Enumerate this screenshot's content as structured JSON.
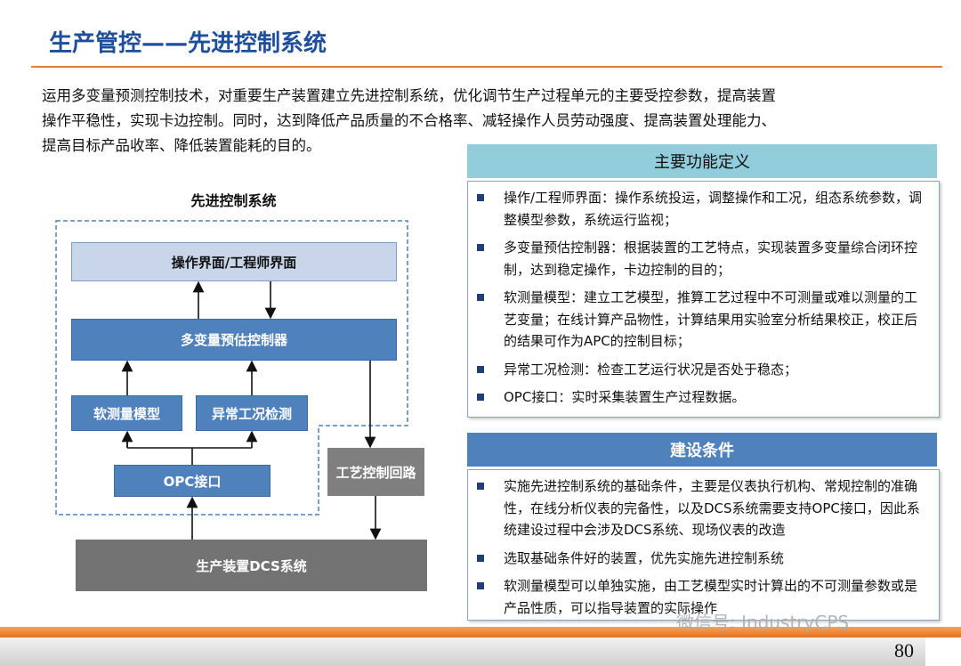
{
  "title": "生产管控——先进控制系统",
  "intro": [
    "运用多变量预测控制技术，对重要生产装置建立先进控制系统，优化调节生产过程单元的主要受控参数，提高装置",
    "操作平稳性，实现卡边控制。同时，达到降低产品质量的不合格率、减轻操作人员劳动强度、提高装置处理能力、",
    "提高目标产品收率、降低装置能耗的目的。"
  ],
  "diagram": {
    "title": "先进控制系统",
    "ui": "操作界面/工程师界面",
    "mpc": "多变量预估控制器",
    "soft": "软测量模型",
    "abnormal": "异常工况检测",
    "opc": "OPC接口",
    "loop": "工艺控制回路",
    "dcs": "生产装置DCS系统"
  },
  "functions": {
    "header": "主要功能定义",
    "items": [
      "操作/工程师界面：操作系统投运，调整操作和工况，组态系统参数，调整模型参数，系统运行监视；",
      "多变量预估控制器：根据装置的工艺特点，实现装置多变量综合闭环控制，达到稳定操作，卡边控制的目的；",
      "软测量模型：建立工艺模型，推算工艺过程中不可测量或难以测量的工艺变量；在线计算产品物性，计算结果用实验室分析结果校正，校正后的结果可作为APC的控制目标；",
      "异常工况检测：检查工艺运行状况是否处于稳态；",
      "OPC接口：实时采集装置生产过程数据。"
    ]
  },
  "conditions": {
    "header": "建设条件",
    "items": [
      "实施先进控制系统的基础条件，主要是仪表执行机构、常规控制的准确性，在线分析仪表的完备性，以及DCS系统需要支持OPC接口，因此系统建设过程中会涉及DCS系统、现场仪表的改造",
      "选取基础条件好的装置，优先实施先进控制系统",
      "软测量模型可以单独实施，由工艺模型实时计算出的不可测量参数或是产品性质，可以指导装置的实际操作"
    ]
  },
  "watermark": "微信号: IndustryCPS",
  "page_number": "80"
}
